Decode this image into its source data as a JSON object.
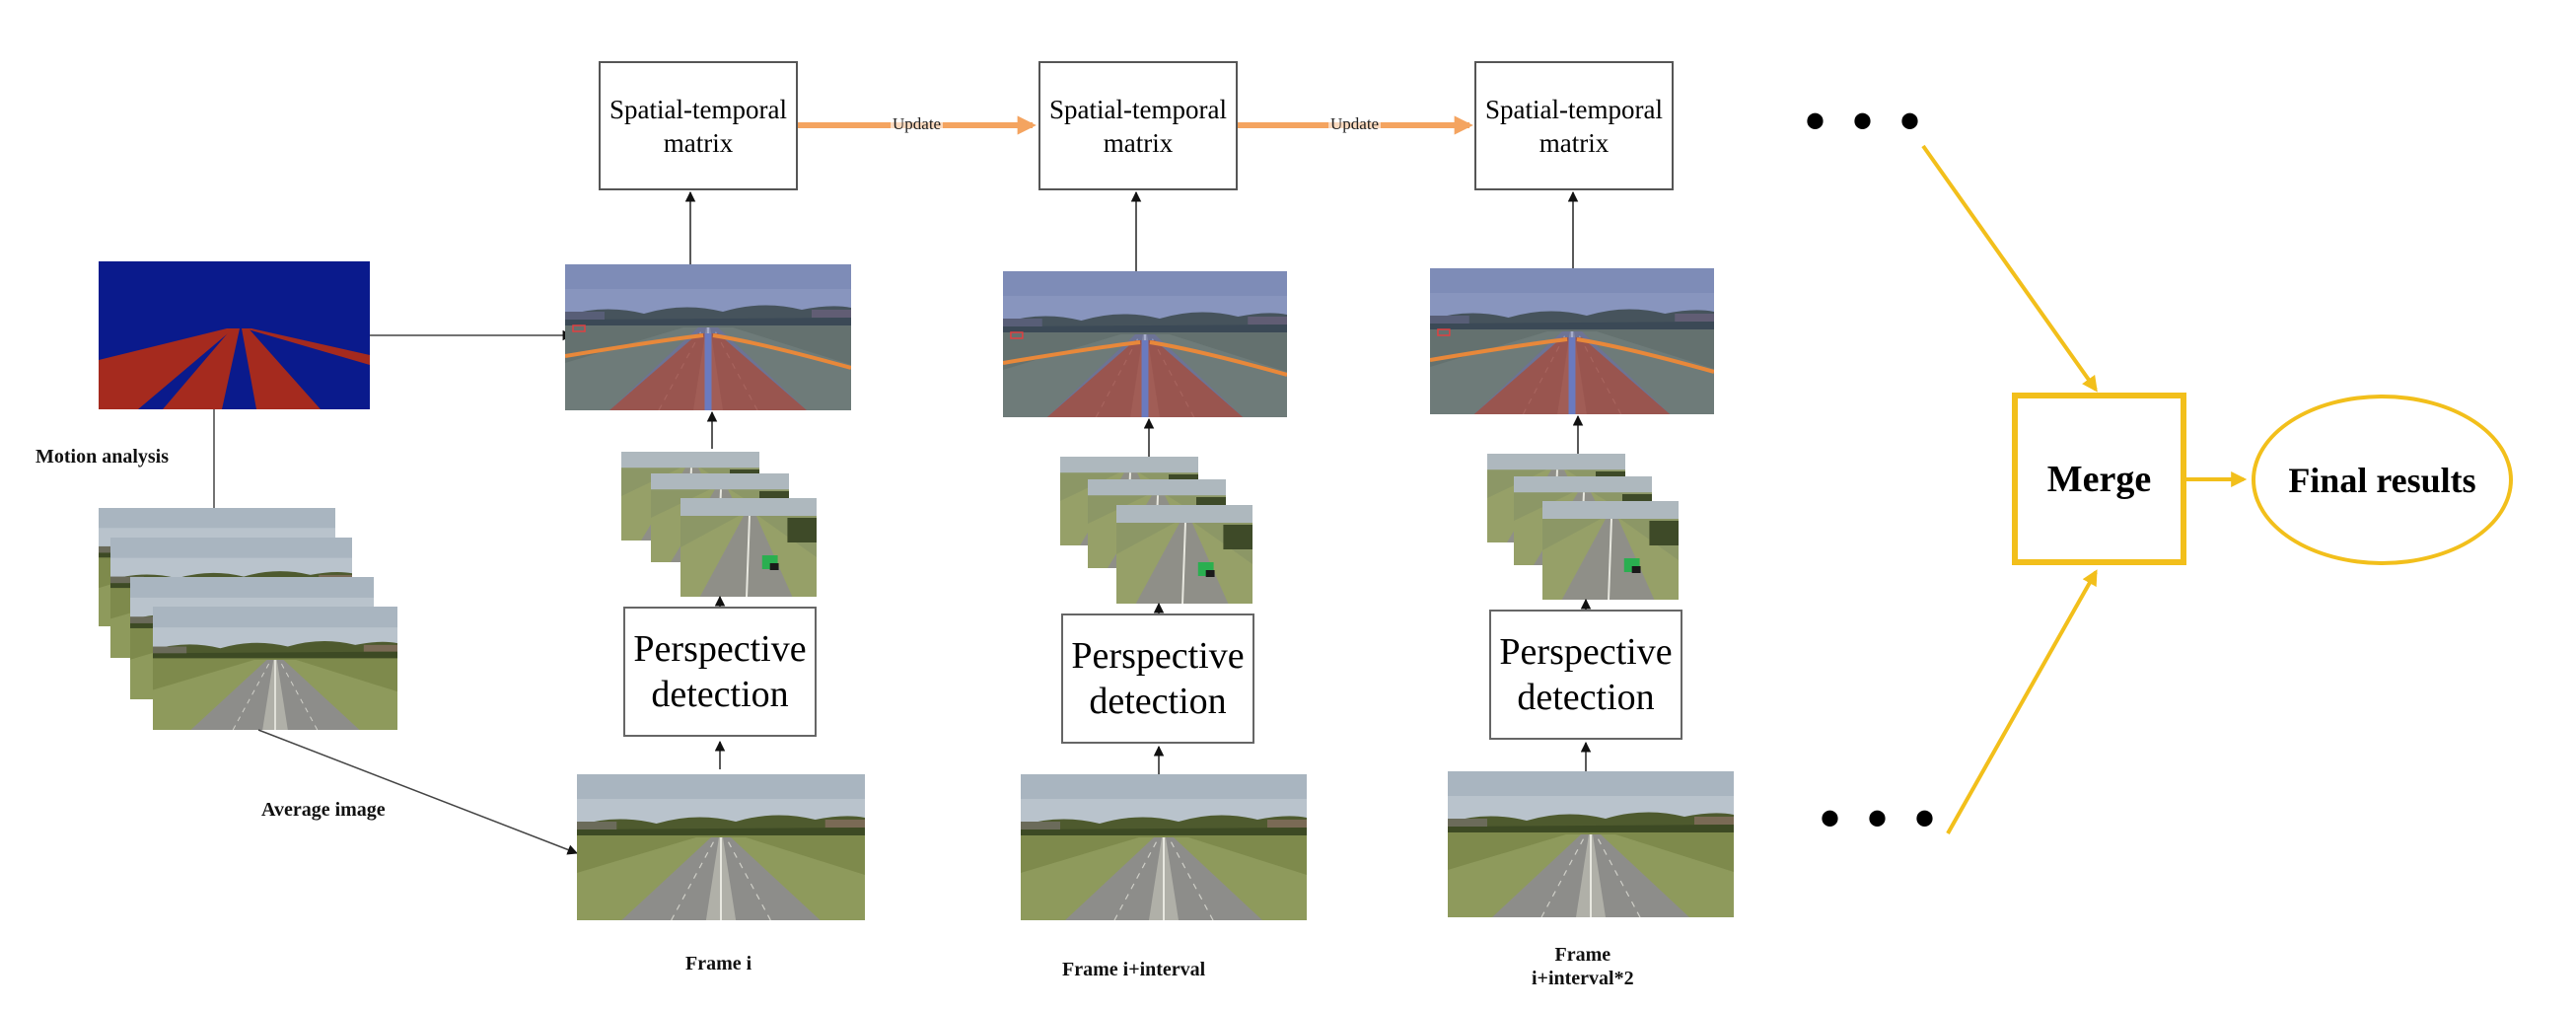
{
  "labels": {
    "motion_analysis": "Motion analysis",
    "average_image": "Average image",
    "frame_i": "Frame i",
    "frame_i_interval": "Frame i+interval",
    "frame_i_interval2_line1": "Frame",
    "frame_i_interval2_line2": "i+interval*2"
  },
  "matrix": {
    "line1": "Spatial-temporal",
    "line2": "matrix"
  },
  "perspective": {
    "line1": "Perspective",
    "line2": "detection"
  },
  "update_label": "Update",
  "ellipsis": "• • •",
  "merge_label": "Merge",
  "final_label": "Final results",
  "colors": {
    "accent_yellow": "#F2BF1B",
    "update_arrow": "#F4A460",
    "lane_red": "#A52A1E",
    "mask_blue": "#0A1A8C",
    "detection_green": "#1FB24A"
  }
}
